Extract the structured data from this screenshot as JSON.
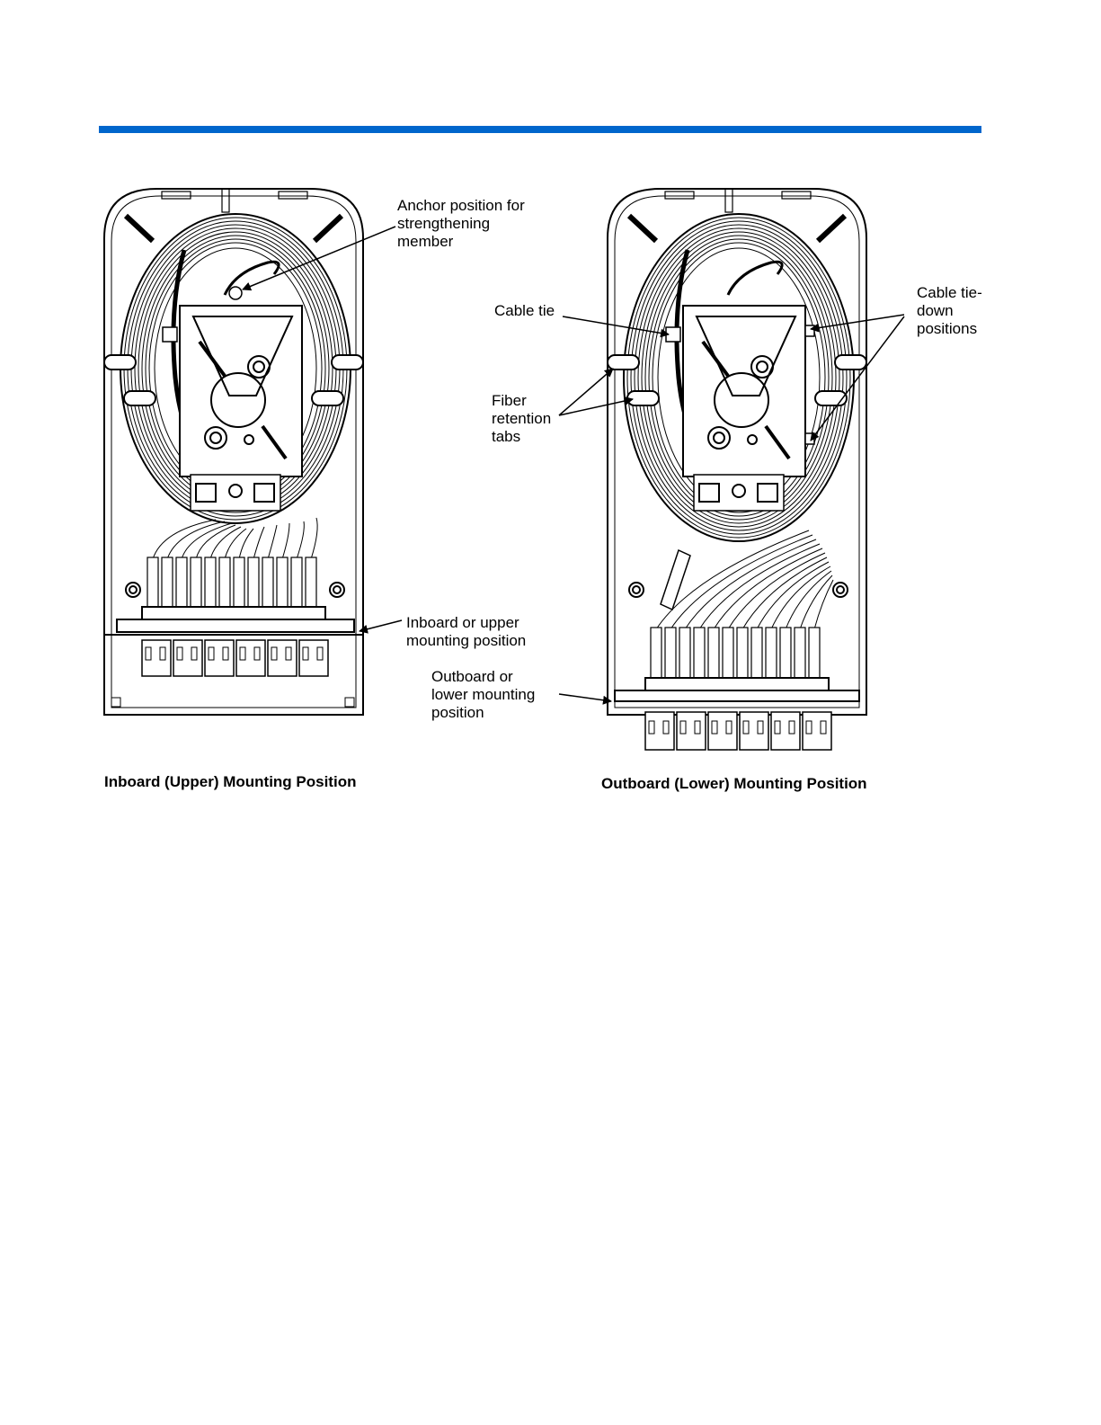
{
  "colors": {
    "accent": "#0066cc"
  },
  "callouts": {
    "anchor": "Anchor position for\nstrengthening\nmember",
    "cable_tie": "Cable tie",
    "cable_tie_down": "Cable tie-\ndown\npositions",
    "fiber_tabs": "Fiber\nretention\ntabs",
    "inboard": "Inboard or upper\nmounting position",
    "outboard": "Outboard or\nlower mounting\nposition"
  },
  "captions": {
    "left": "Inboard (Upper) Mounting Position",
    "right": "Outboard (Lower) Mounting Position"
  }
}
